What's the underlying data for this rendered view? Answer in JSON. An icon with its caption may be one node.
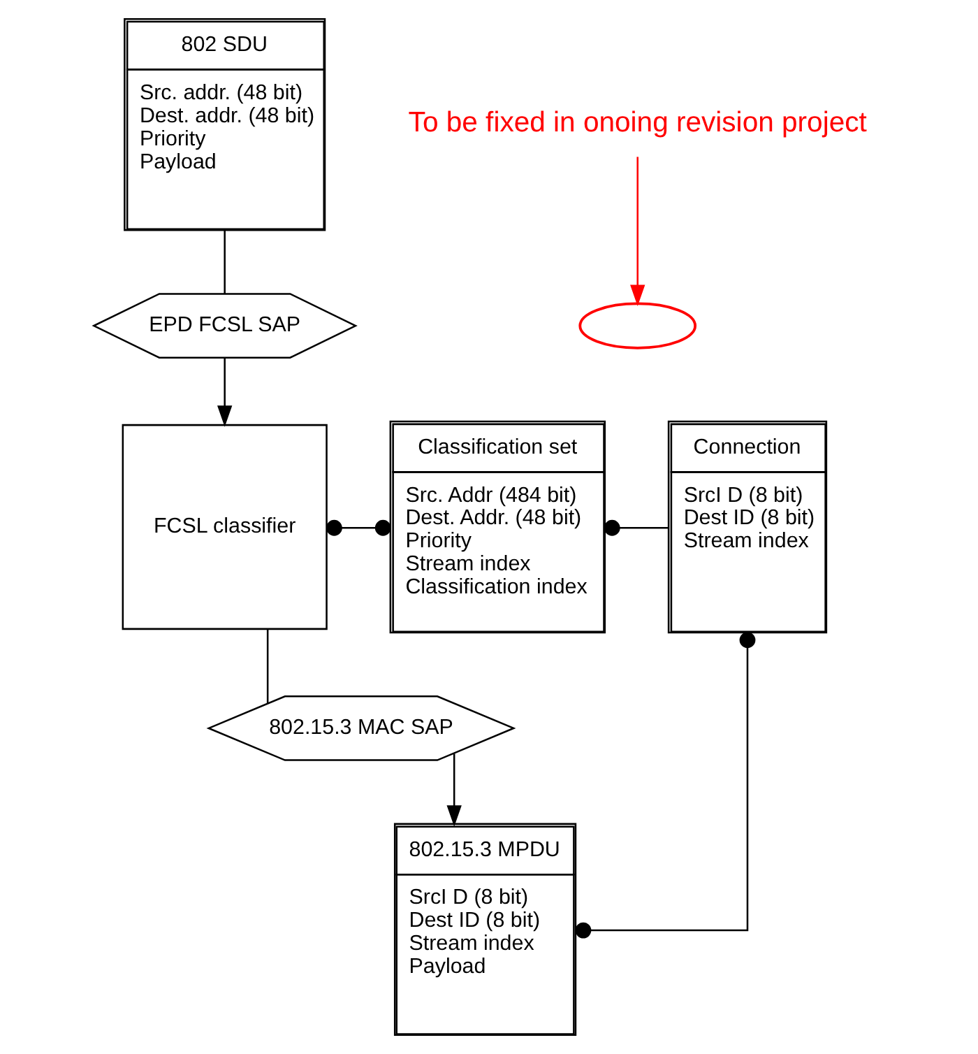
{
  "diagram": {
    "nodes": [
      {
        "text": [
          "802 SDU",
          "Src. addr. (48 bit)",
          "Dest. addr. (48 bit)",
          "Priority",
          "Payload"
        ]
      },
      {
        "text": [
          "EPD FCSL SAP"
        ]
      },
      {
        "text": [
          "FCSL classifier"
        ]
      },
      {
        "text": [
          "Classification set",
          "Src. Addr (484 bit)",
          "Dest. Addr. (48 bit)",
          "Priority",
          "Stream index",
          "Classification index"
        ]
      },
      {
        "text": [
          "Connection",
          "SrcI D (8 bit)",
          "Dest ID (8 bit)",
          "Stream index"
        ]
      },
      {
        "text": [
          "802.15.3 MAC SAP"
        ]
      },
      {
        "text": [
          "802.15.3 MPDU",
          "SrcI D (8 bit)",
          "Dest ID (8 bit)",
          "Stream index",
          "Payload"
        ]
      },
      {
        "text": [
          "To be fixed in onoing revision project"
        ]
      },
      {
        "text": [],
        "shape": "circle"
      }
    ],
    "edges": [
      {
        "from": 0,
        "to": 1,
        "arrow": "none"
      },
      {
        "from": 1,
        "to": 2,
        "arrow": "to"
      },
      {
        "from": 2,
        "to": 3,
        "arrow": "other"
      },
      {
        "from": 3,
        "to": 4,
        "arrow": "other"
      },
      {
        "from": 2,
        "to": 5,
        "arrow": "none"
      },
      {
        "from": 5,
        "to": 6,
        "arrow": "to"
      },
      {
        "from": 6,
        "to": 4,
        "arrow": "other"
      },
      {
        "from": 7,
        "to": 8,
        "arrow": "to",
        "color": "#ff0000"
      }
    ]
  }
}
